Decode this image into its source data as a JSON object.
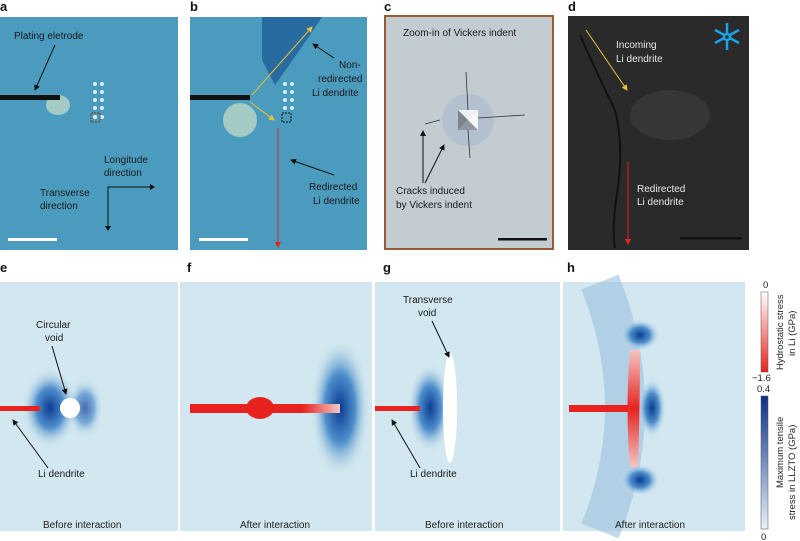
{
  "panels": {
    "a": {
      "label": "a",
      "electrode": "Plating eletrode",
      "longitude": [
        "Longitude",
        "direction"
      ],
      "transverse": [
        "Transverse",
        "direction"
      ]
    },
    "b": {
      "label": "b",
      "non_redirected": [
        "Non-",
        "redirected",
        "Li dendrite"
      ],
      "redirected": [
        "Redirected",
        "Li dendrite"
      ]
    },
    "c": {
      "label": "c",
      "title": "Zoom-in of Vickers indent",
      "cracks": [
        "Cracks induced",
        "by Vickers indent"
      ]
    },
    "d": {
      "label": "d",
      "incoming": [
        "Incoming",
        "Li dendrite"
      ],
      "redirected": [
        "Redirected",
        "Li dendrite"
      ],
      "icon": "snowflake-icon"
    },
    "e": {
      "label": "e",
      "void": [
        "Circular",
        "void"
      ],
      "dendrite": "Li dendrite",
      "caption": "Before interaction"
    },
    "f": {
      "label": "f",
      "caption": "After interaction"
    },
    "g": {
      "label": "g",
      "void": [
        "Transverse",
        "void"
      ],
      "dendrite": "Li dendrite",
      "caption": "Before interaction"
    },
    "h": {
      "label": "h",
      "caption": "After interaction"
    }
  },
  "colorbars": {
    "hydrostatic": {
      "title": [
        "Hydrostatic stress",
        "in Li (GPa)"
      ],
      "max": "0",
      "min": "−1.6",
      "color": "#e8231f"
    },
    "tensile": {
      "title": [
        "Maximum tensile",
        "stress in LLZTO (GPa)"
      ],
      "max": "0.4",
      "min": "0",
      "color": "#0b2f8a"
    }
  },
  "colors": {
    "photo_blue": "#4a9bbd",
    "sim_bg": "#d2e7ef",
    "dendrite_red": "#e8231f",
    "arrow_yellow": "#e9c23a",
    "frame_brown": "#9a5a34"
  }
}
